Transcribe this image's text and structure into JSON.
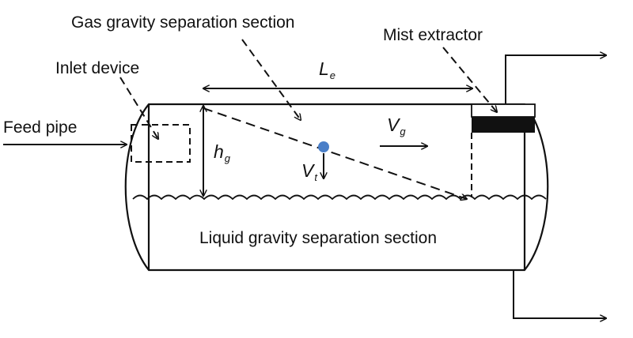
{
  "labels": {
    "gas_section": "Gas gravity separation section",
    "mist_extractor": "Mist extractor",
    "inlet_device": "Inlet device",
    "feed_pipe": "Feed pipe",
    "liquid_section": "Liquid gravity separation section"
  },
  "symbols": {
    "effective_length": {
      "base": "L",
      "sub": "e"
    },
    "gas_height": {
      "base": "h",
      "sub": "g"
    },
    "gas_velocity": {
      "base": "V",
      "sub": "g"
    },
    "terminal_velocity": {
      "base": "V",
      "sub": "t"
    }
  },
  "colors": {
    "line": "#111111",
    "droplet": "#4a7fc8",
    "background": "#ffffff"
  }
}
